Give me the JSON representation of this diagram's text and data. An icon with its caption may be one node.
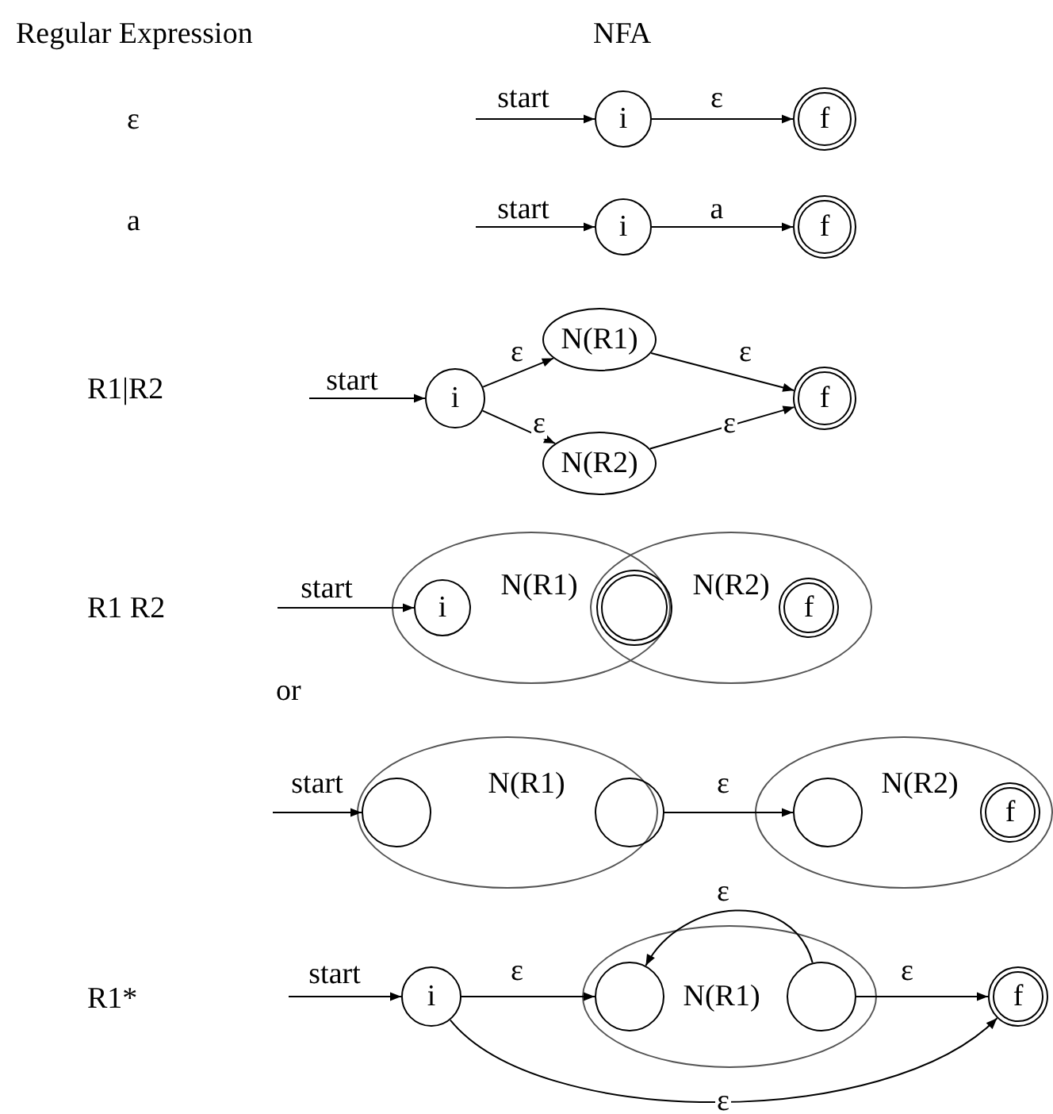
{
  "diagram": {
    "nodes": [
      {
        "text": [
          "i"
        ]
      },
      {
        "text": [
          "f"
        ]
      },
      {
        "text": [
          "i"
        ]
      },
      {
        "text": [
          "f"
        ]
      },
      {
        "text": [
          "i"
        ]
      },
      {
        "text": [
          "N(R1)"
        ]
      },
      {
        "text": [
          "N(R2)"
        ]
      },
      {
        "text": [
          "f"
        ]
      },
      {
        "text": [
          "N(R1)"
        ]
      },
      {
        "text": [
          "i"
        ],
        "in": 8
      },
      {
        "text": [],
        "shape": "circle"
      },
      {
        "text": [
          "N(R2)"
        ]
      },
      {
        "text": [
          "f"
        ],
        "in": 11
      },
      {
        "text": [
          "N(R1)"
        ]
      },
      {
        "text": [],
        "shape": "circle",
        "in": 13
      },
      {
        "text": [],
        "shape": "circle",
        "in": 13
      },
      {
        "text": [
          "N(R2)"
        ]
      },
      {
        "text": [],
        "shape": "circle",
        "in": 16
      },
      {
        "text": [
          "f"
        ],
        "in": 16
      },
      {
        "text": [
          "i"
        ]
      },
      {
        "text": [
          "N(R1)"
        ]
      },
      {
        "text": [],
        "shape": "circle",
        "in": 20
      },
      {
        "text": [],
        "shape": "circle",
        "in": 20
      },
      {
        "text": [
          "f"
        ]
      }
    ],
    "edges": [
      {
        "from": null,
        "to": 0,
        "arrow": "to",
        "label": "start"
      },
      {
        "from": 0,
        "to": 1,
        "arrow": "to",
        "label": "ε"
      },
      {
        "from": null,
        "to": 2,
        "arrow": "to",
        "label": "start"
      },
      {
        "from": 2,
        "to": 3,
        "arrow": "to",
        "label": "a"
      },
      {
        "from": null,
        "to": 4,
        "arrow": "to",
        "label": "start"
      },
      {
        "from": 4,
        "to": 5,
        "arrow": "to",
        "label": "ε"
      },
      {
        "from": 4,
        "to": 6,
        "arrow": "to",
        "label": "ε"
      },
      {
        "from": 5,
        "to": 7,
        "arrow": "to",
        "label": "ε"
      },
      {
        "from": 6,
        "to": 7,
        "arrow": "to",
        "label": "ε"
      },
      {
        "from": null,
        "to": 9,
        "arrow": "to",
        "label": "start"
      },
      {
        "from": null,
        "to": 14,
        "arrow": "to",
        "label": "start"
      },
      {
        "from": 15,
        "to": 17,
        "arrow": "to",
        "label": "ε"
      },
      {
        "from": null,
        "to": 19,
        "arrow": "to",
        "label": "start"
      },
      {
        "from": 19,
        "to": 21,
        "arrow": "to",
        "label": "ε"
      },
      {
        "from": 22,
        "to": 21,
        "arrow": "to",
        "label": "ε"
      },
      {
        "from": 22,
        "to": 23,
        "arrow": "to",
        "label": "ε"
      },
      {
        "from": 19,
        "to": 23,
        "arrow": "to",
        "label": "ε"
      }
    ],
    "labels": [
      "Regular Expression",
      "NFA",
      "ε",
      "a",
      "R1|R2",
      "R1 R2",
      "or",
      "R1*"
    ]
  }
}
